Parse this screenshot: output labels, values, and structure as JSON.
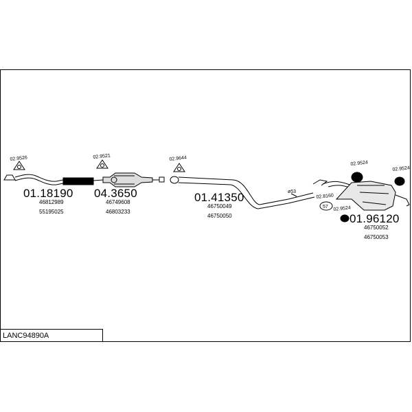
{
  "diagram_id": "LANC94890A",
  "groups": [
    {
      "part_number": "01.18190",
      "oem_numbers": [
        "46812989",
        "55195025"
      ],
      "fittings": [
        "02.9526"
      ]
    },
    {
      "part_number": "04.3650",
      "oem_numbers": [
        "46749608",
        "46803233"
      ],
      "fittings": [
        "02.9521"
      ]
    },
    {
      "part_number": "01.41350",
      "oem_numbers": [
        "46750049",
        "46750050"
      ],
      "fittings": [
        "02.9644"
      ]
    },
    {
      "part_number": "01.96120",
      "oem_numbers": [
        "46750052",
        "46750053"
      ],
      "fittings": [
        "02.9524",
        "02.9524",
        "02.8160",
        "02.9524"
      ]
    }
  ],
  "pipe_diameter_label": "ø53",
  "clamp_size_label": "57"
}
